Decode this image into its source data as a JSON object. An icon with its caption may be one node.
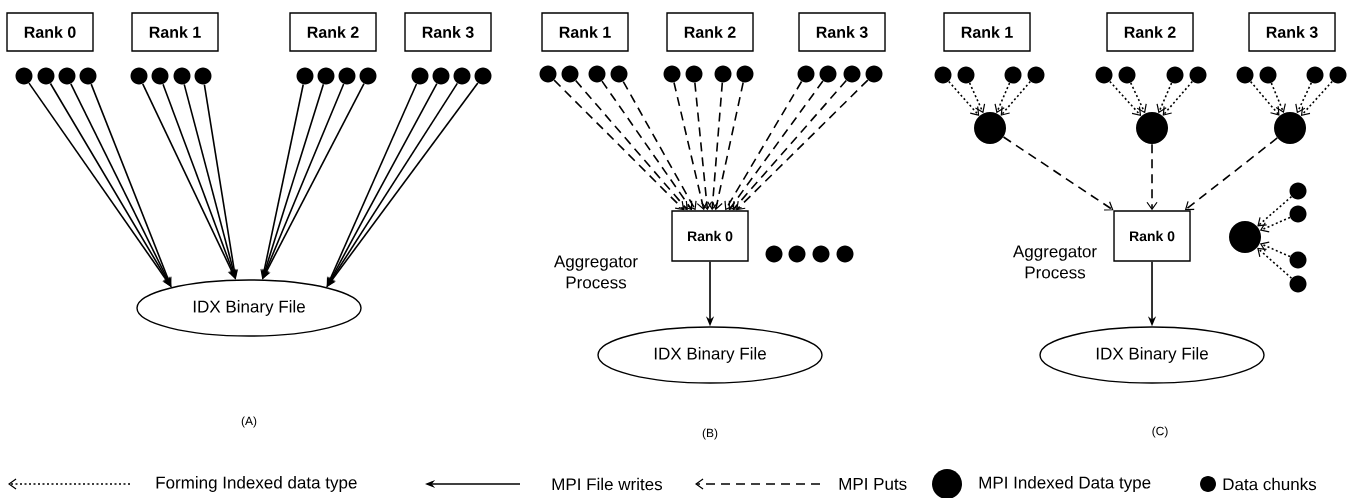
{
  "diagram": {
    "nodes": [
      {
        "text": [
          "Rank 0"
        ]
      },
      {
        "text": [
          "Rank 1"
        ]
      },
      {
        "text": [
          "Rank 2"
        ]
      },
      {
        "text": [
          "Rank 3"
        ]
      },
      {
        "text": [],
        "shape": "circle"
      },
      {
        "text": [],
        "shape": "circle"
      },
      {
        "text": [],
        "shape": "circle"
      },
      {
        "text": [],
        "shape": "circle"
      },
      {
        "text": [],
        "shape": "circle"
      },
      {
        "text": [],
        "shape": "circle"
      },
      {
        "text": [],
        "shape": "circle"
      },
      {
        "text": [],
        "shape": "circle"
      },
      {
        "text": [],
        "shape": "circle"
      },
      {
        "text": [],
        "shape": "circle"
      },
      {
        "text": [],
        "shape": "circle"
      },
      {
        "text": [],
        "shape": "circle"
      },
      {
        "text": [],
        "shape": "circle"
      },
      {
        "text": [],
        "shape": "circle"
      },
      {
        "text": [],
        "shape": "circle"
      },
      {
        "text": [],
        "shape": "circle"
      },
      {
        "text": [
          "IDX Binary File"
        ]
      },
      {
        "text": [
          "Rank 1"
        ]
      },
      {
        "text": [
          "Rank 2"
        ]
      },
      {
        "text": [
          "Rank 3"
        ]
      },
      {
        "text": [],
        "shape": "circle"
      },
      {
        "text": [],
        "shape": "circle"
      },
      {
        "text": [],
        "shape": "circle"
      },
      {
        "text": [],
        "shape": "circle"
      },
      {
        "text": [],
        "shape": "circle"
      },
      {
        "text": [],
        "shape": "circle"
      },
      {
        "text": [],
        "shape": "circle"
      },
      {
        "text": [],
        "shape": "circle"
      },
      {
        "text": [],
        "shape": "circle"
      },
      {
        "text": [],
        "shape": "circle"
      },
      {
        "text": [],
        "shape": "circle"
      },
      {
        "text": [],
        "shape": "circle"
      },
      {
        "text": [
          "Rank 0"
        ]
      },
      {
        "text": [],
        "shape": "circle"
      },
      {
        "text": [],
        "shape": "circle"
      },
      {
        "text": [],
        "shape": "circle"
      },
      {
        "text": [],
        "shape": "circle"
      },
      {
        "text": [
          "IDX Binary File"
        ]
      },
      {
        "text": [
          "Rank 1"
        ]
      },
      {
        "text": [
          "Rank 2"
        ]
      },
      {
        "text": [
          "Rank 3"
        ]
      },
      {
        "text": [],
        "shape": "circle"
      },
      {
        "text": [],
        "shape": "circle"
      },
      {
        "text": [],
        "shape": "circle"
      },
      {
        "text": [],
        "shape": "circle"
      },
      {
        "text": [],
        "shape": "circle"
      },
      {
        "text": [],
        "shape": "circle"
      },
      {
        "text": [],
        "shape": "circle"
      },
      {
        "text": [],
        "shape": "circle"
      },
      {
        "text": [],
        "shape": "circle"
      },
      {
        "text": [],
        "shape": "circle"
      },
      {
        "text": [],
        "shape": "circle"
      },
      {
        "text": [],
        "shape": "circle"
      },
      {
        "text": [],
        "shape": "circle"
      },
      {
        "text": [],
        "shape": "circle"
      },
      {
        "text": [],
        "shape": "circle"
      },
      {
        "text": [
          "Rank 0"
        ]
      },
      {
        "text": [],
        "shape": "circle"
      },
      {
        "text": [],
        "shape": "circle"
      },
      {
        "text": [],
        "shape": "circle"
      },
      {
        "text": [],
        "shape": "circle"
      },
      {
        "text": [],
        "shape": "circle"
      },
      {
        "text": [
          "IDX Binary File"
        ]
      }
    ],
    "edges": [
      {
        "from": 4,
        "to": 20,
        "arrow": "to"
      },
      {
        "from": 5,
        "to": 20,
        "arrow": "to"
      },
      {
        "from": 6,
        "to": 20,
        "arrow": "to"
      },
      {
        "from": 7,
        "to": 20,
        "arrow": "to"
      },
      {
        "from": 8,
        "to": 20,
        "arrow": "to"
      },
      {
        "from": 9,
        "to": 20,
        "arrow": "to"
      },
      {
        "from": 10,
        "to": 20,
        "arrow": "to"
      },
      {
        "from": 11,
        "to": 20,
        "arrow": "to"
      },
      {
        "from": 12,
        "to": 20,
        "arrow": "to"
      },
      {
        "from": 13,
        "to": 20,
        "arrow": "to"
      },
      {
        "from": 14,
        "to": 20,
        "arrow": "to"
      },
      {
        "from": 15,
        "to": 20,
        "arrow": "to"
      },
      {
        "from": 16,
        "to": 20,
        "arrow": "to"
      },
      {
        "from": 17,
        "to": 20,
        "arrow": "to"
      },
      {
        "from": 18,
        "to": 20,
        "arrow": "to"
      },
      {
        "from": 19,
        "to": 20,
        "arrow": "to"
      },
      {
        "from": 24,
        "to": 36,
        "arrow": "to",
        "style": "dashed"
      },
      {
        "from": 25,
        "to": 36,
        "arrow": "to",
        "style": "dashed"
      },
      {
        "from": 26,
        "to": 36,
        "arrow": "to",
        "style": "dashed"
      },
      {
        "from": 27,
        "to": 36,
        "arrow": "to",
        "style": "dashed"
      },
      {
        "from": 28,
        "to": 36,
        "arrow": "to",
        "style": "dashed"
      },
      {
        "from": 29,
        "to": 36,
        "arrow": "to",
        "style": "dashed"
      },
      {
        "from": 30,
        "to": 36,
        "arrow": "to",
        "style": "dashed"
      },
      {
        "from": 31,
        "to": 36,
        "arrow": "to",
        "style": "dashed"
      },
      {
        "from": 32,
        "to": 36,
        "arrow": "to",
        "style": "dashed"
      },
      {
        "from": 33,
        "to": 36,
        "arrow": "to",
        "style": "dashed"
      },
      {
        "from": 34,
        "to": 36,
        "arrow": "to",
        "style": "dashed"
      },
      {
        "from": 35,
        "to": 36,
        "arrow": "to",
        "style": "dashed"
      },
      {
        "from": 36,
        "to": 41,
        "arrow": "to"
      },
      {
        "from": 45,
        "to": 57,
        "arrow": "to",
        "style": "dashed"
      },
      {
        "from": 46,
        "to": 57,
        "arrow": "to",
        "style": "dashed"
      },
      {
        "from": 47,
        "to": 57,
        "arrow": "to",
        "style": "dashed"
      },
      {
        "from": 48,
        "to": 57,
        "arrow": "to",
        "style": "dashed"
      },
      {
        "from": 49,
        "to": 58,
        "arrow": "to",
        "style": "dashed"
      },
      {
        "from": 50,
        "to": 58,
        "arrow": "to",
        "style": "dashed"
      },
      {
        "from": 51,
        "to": 58,
        "arrow": "to",
        "style": "dashed"
      },
      {
        "from": 52,
        "to": 58,
        "arrow": "to",
        "style": "dashed"
      },
      {
        "from": 53,
        "to": 59,
        "arrow": "to",
        "style": "dashed"
      },
      {
        "from": 54,
        "to": 59,
        "arrow": "to",
        "style": "dashed"
      },
      {
        "from": 55,
        "to": 59,
        "arrow": "to",
        "style": "dashed"
      },
      {
        "from": 56,
        "to": 59,
        "arrow": "to",
        "style": "dashed"
      },
      {
        "from": 57,
        "to": 60,
        "arrow": "to",
        "style": "dashed"
      },
      {
        "from": 58,
        "to": 60,
        "arrow": "to",
        "style": "dashed"
      },
      {
        "from": 59,
        "to": 60,
        "arrow": "to",
        "style": "dashed"
      },
      {
        "from": 62,
        "to": 61,
        "arrow": "to",
        "style": "dashed"
      },
      {
        "from": 63,
        "to": 61,
        "arrow": "to",
        "style": "dashed"
      },
      {
        "from": 64,
        "to": 61,
        "arrow": "to",
        "style": "dashed"
      },
      {
        "from": 65,
        "to": 61,
        "arrow": "to",
        "style": "dashed"
      },
      {
        "from": 60,
        "to": 66,
        "arrow": "to"
      }
    ],
    "labels": [
      "Aggregator Process",
      "Aggregator Process",
      "(A)",
      "(B)",
      "(C)"
    ],
    "legend": [
      {
        "text": "Forming Indexed data type"
      },
      {
        "text": "MPI File writes"
      },
      {
        "text": "MPI Puts"
      },
      {
        "text": "MPI Indexed Data type"
      },
      {
        "text": "Data chunks"
      }
    ]
  }
}
